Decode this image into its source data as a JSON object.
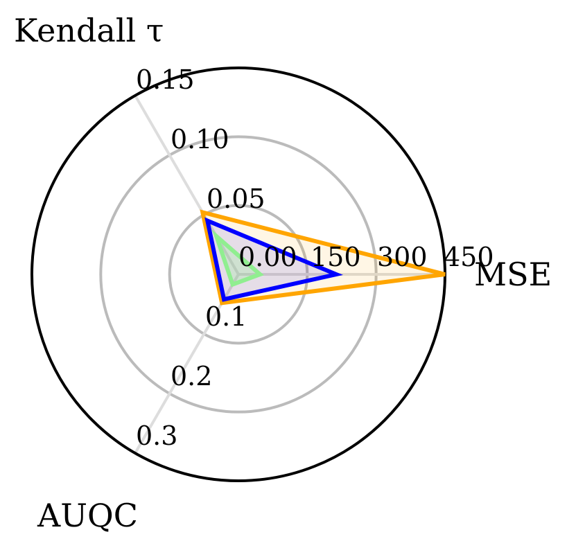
{
  "chart_data": {
    "type": "radar",
    "axes": [
      {
        "name": "MSE",
        "angle_deg": 0,
        "max": 450,
        "ticks": [
          "0.00",
          "150",
          "300",
          "450"
        ],
        "tick_values": [
          0,
          150,
          300,
          450
        ]
      },
      {
        "name": "Kendall τ",
        "angle_deg": 120,
        "max": 0.15,
        "ticks": [
          "0.05",
          "0.10",
          "0.15"
        ],
        "tick_values": [
          0.05,
          0.1,
          0.15
        ]
      },
      {
        "name": "AUQC",
        "angle_deg": 240,
        "max": 0.3,
        "ticks": [
          "0.1",
          "0.2",
          "0.3"
        ],
        "tick_values": [
          0.1,
          0.2,
          0.3
        ]
      }
    ],
    "series": [
      {
        "color": "#ffa500",
        "values": [
          450,
          0.052,
          0.048
        ],
        "fill_opacity": 0.1
      },
      {
        "color": "#0000ff",
        "values": [
          213,
          0.045,
          0.042
        ],
        "fill_opacity": 0.1
      },
      {
        "color": "#90ee90",
        "values": [
          47,
          0.032,
          0.017
        ],
        "fill_opacity": 0.25
      }
    ],
    "grid": true,
    "grid_color": "#bbbbbb",
    "spoke_color": "#dddddd",
    "outer_circle_color": "#000000"
  }
}
